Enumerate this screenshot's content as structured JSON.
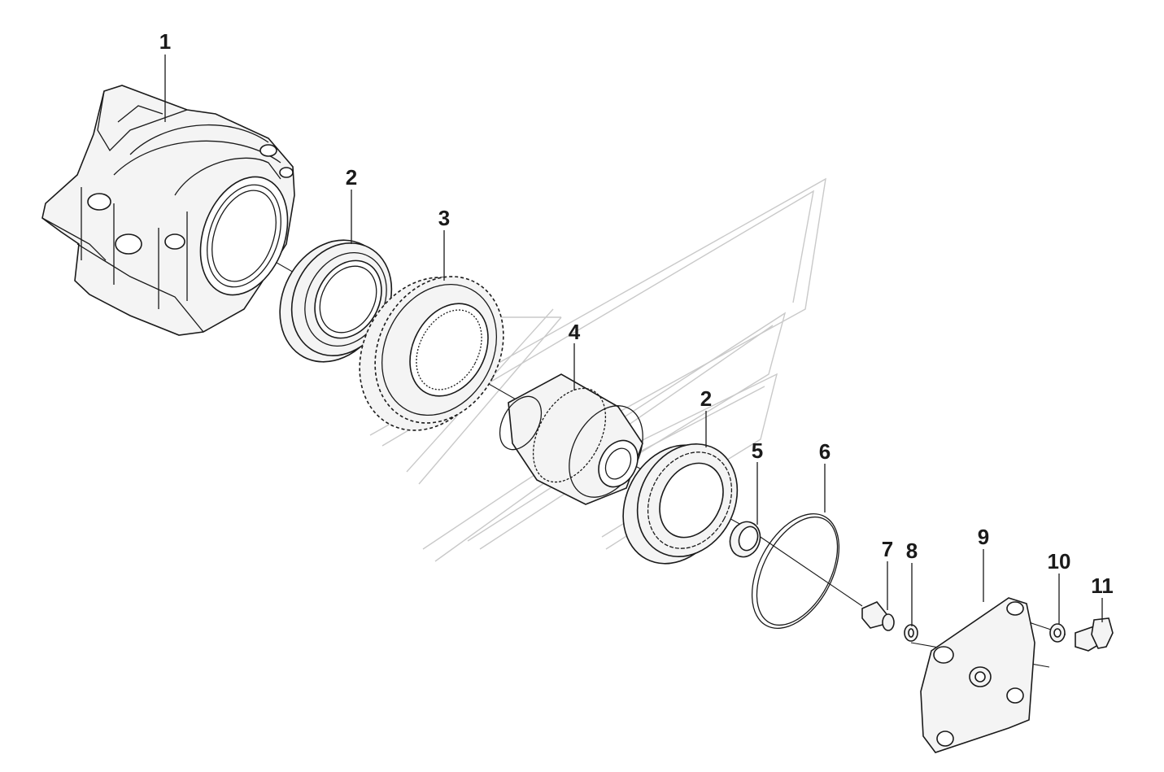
{
  "callouts": {
    "c1": "1",
    "c2a": "2",
    "c3": "3",
    "c4": "4",
    "c2b": "2",
    "c5": "5",
    "c6": "6",
    "c7": "7",
    "c8": "8",
    "c9": "9",
    "c10": "10",
    "c11": "11"
  },
  "colors": {
    "line": "#1a1a1a",
    "watermark": "#c9c9c9",
    "background": "#ffffff"
  }
}
